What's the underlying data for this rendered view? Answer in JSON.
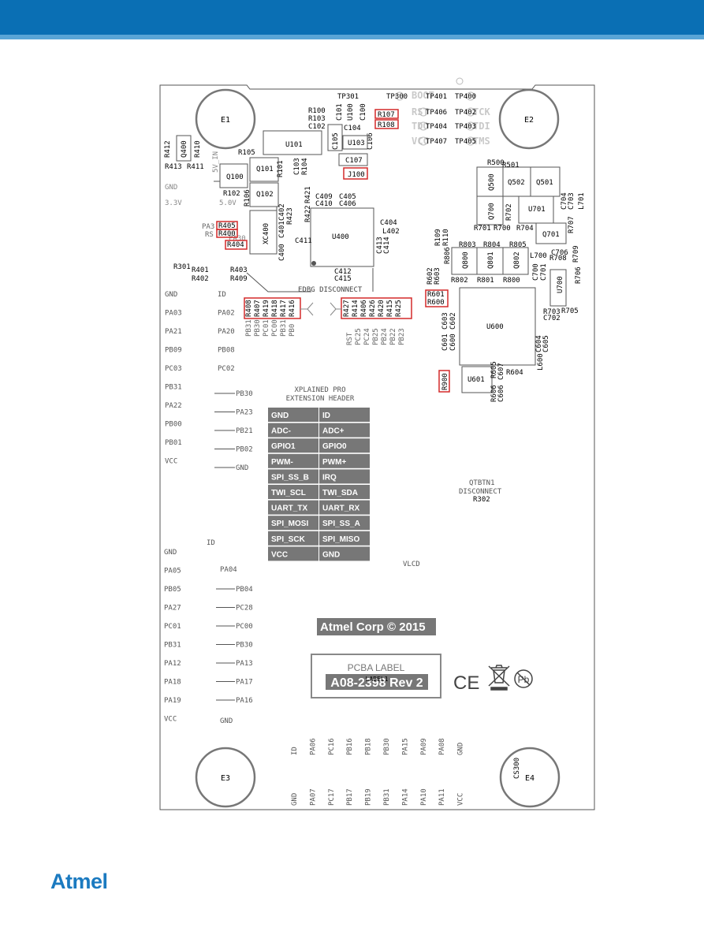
{
  "mount_holes": [
    "E1",
    "E2",
    "E3",
    "E4"
  ],
  "top_labels": {
    "tp301": "TP301",
    "tp300": "TP300",
    "tp401": "TP401",
    "tp400": "TP400",
    "tp406": "TP406",
    "tp402": "TP402",
    "tp404": "TP404",
    "tp403": "TP403",
    "tp407": "TP407",
    "tp405": "TP405",
    "r100": "R100",
    "r103": "R103",
    "c102": "C102",
    "c101": "C101",
    "u100": "U100",
    "c100": "C100",
    "r107": "R107",
    "r108": "R108",
    "c104": "C104",
    "u103": "U103",
    "c106": "C106",
    "c105": "C105",
    "u101": "U101",
    "c107": "C107",
    "j100": "J100",
    "r105": "R105",
    "r101": "R101",
    "c103": "C103",
    "r104": "R104",
    "r412": "R412",
    "q400": "Q400",
    "r410": "R410",
    "r413": "R413",
    "r411": "R411",
    "5v_in": "5V_IN",
    "q100": "Q100",
    "q101": "Q101",
    "q102": "Q102",
    "r102": "R102",
    "r106": "R106",
    "gnd": "GND",
    "v33": "3.3V",
    "v50": "5.0V",
    "c409": "C409",
    "c405": "C405",
    "c410": "C410",
    "c406": "C406",
    "r422": "R422",
    "r421": "R421",
    "r423": "R423",
    "c402": "C402",
    "c401": "C401",
    "c400": "C400",
    "xc400": "XC400",
    "u400": "U400",
    "c411": "C411",
    "c404": "C404",
    "l402": "L402",
    "c413": "C413",
    "c414": "C414",
    "c412": "C412",
    "c415": "C415",
    "pa3": "PA3",
    "rs": "RS",
    "pa30": "PA30",
    "r405": "R405",
    "r400": "R400",
    "r404": "R404",
    "r301": "R301",
    "r401": "R401",
    "r402": "R402",
    "r403": "R403",
    "r409": "R409",
    "edbg": "EDBG DISCONNECT"
  },
  "right_labels": {
    "r500": "R500",
    "r501": "R501",
    "q500": "Q500",
    "q502": "Q502",
    "q501": "Q501",
    "q700": "Q700",
    "r702": "R702",
    "u701": "U701",
    "c704": "C704",
    "c703": "C703",
    "l701": "L701",
    "r701": "R701",
    "r700": "R700",
    "r704": "R704",
    "q701": "Q701",
    "r707": "R707",
    "r109": "R109",
    "r110": "R110",
    "r803": "R803",
    "r804": "R804",
    "r805": "R805",
    "r806": "R806",
    "q800": "Q800",
    "q801": "Q801",
    "q802": "Q802",
    "l700": "L700",
    "c706": "C706",
    "r708": "R708",
    "r709": "R709",
    "r602": "R602",
    "r603": "R603",
    "r802": "R802",
    "r801": "R801",
    "r800": "R800",
    "c700": "C700",
    "c701": "C701",
    "u700": "U700",
    "r706": "R706",
    "r601": "R601",
    "r600": "R600",
    "c601": "C601",
    "c603": "C603",
    "c600": "C600",
    "c602": "C602",
    "u600": "U600",
    "r703": "R703",
    "c702": "C702",
    "r705": "R705",
    "c604": "C604",
    "c605": "C605",
    "l600": "L600",
    "r900": "R900",
    "u601": "U601",
    "r605": "R605",
    "r606": "R606",
    "c606": "C606",
    "c607": "C607",
    "r604": "R604",
    "qtbtn1": "QTBTN1",
    "disconnect": "DISCONNECT",
    "r302": "R302",
    "vlcd": "VLCD"
  },
  "res_left": [
    "PB31",
    "PB30",
    "PC01",
    "PC00",
    "PB31",
    "PB0"
  ],
  "res_left_box": [
    "R408",
    "R407",
    "R419",
    "R418",
    "R417",
    "R416"
  ],
  "res_right": [
    "RST",
    "PC25",
    "PC24",
    "PB25",
    "PB24",
    "PB22",
    "PB23"
  ],
  "res_right_box": [
    "R427",
    "R414",
    "R406",
    "R426",
    "R420",
    "R415",
    "R425"
  ],
  "left_col": [
    "GND",
    "PA03",
    "PA21",
    "PB09",
    "PC03",
    "PB31",
    "PA22",
    "PB00",
    "PB01",
    "VCC"
  ],
  "id_col": [
    "ID",
    "PA02",
    "PA20",
    "PB08",
    "PC02"
  ],
  "arrow_col": [
    "PB30",
    "PA23",
    "PB21",
    "PB02",
    "GND"
  ],
  "xpro_title": [
    "XPLAINED PRO",
    "EXTENSION HEADER"
  ],
  "xpro_rows": [
    [
      "GND",
      "ID"
    ],
    [
      "ADC-",
      "ADC+"
    ],
    [
      "GPIO1",
      "GPIO0"
    ],
    [
      "PWM-",
      "PWM+"
    ],
    [
      "SPI_SS_B",
      "IRQ"
    ],
    [
      "TWI_SCL",
      "TWI_SDA"
    ],
    [
      "UART_TX",
      "UART_RX"
    ],
    [
      "SPI_MOSI",
      "SPI_SS_A"
    ],
    [
      "SPI_SCK",
      "SPI_MISO"
    ],
    [
      "VCC",
      "GND"
    ]
  ],
  "lower_left": [
    "GND",
    "PA05",
    "PB05",
    "PA27",
    "PC01",
    "PB31",
    "PA12",
    "PA18",
    "PA19",
    "VCC"
  ],
  "lower_id": "ID",
  "lower_pa04": "PA04",
  "lower_arrows": [
    "PB04",
    "PC28",
    "PC00",
    "PB30",
    "PA13",
    "PA17",
    "PA16"
  ],
  "lower_gnd": "GND",
  "copyright": "Atmel Corp © 2015",
  "pcba_label": "PCBA LABEL",
  "pcba_code": "A08-2398 Rev 2",
  "label1": "LABEL1",
  "bottom_top": [
    "ID",
    "PA06",
    "PC16",
    "PB16",
    "PB18",
    "PB30",
    "PA15",
    "PA09",
    "PA08",
    "GND"
  ],
  "bottom_bot": [
    "GND",
    "PA07",
    "PC17",
    "PB17",
    "PB19",
    "PB31",
    "PA14",
    "PA10",
    "PA11",
    "VCC"
  ],
  "cs300": "CS300",
  "ghost_text": [
    "BOOT",
    "RST",
    "TCK",
    "TDO",
    "TDI",
    "VCC",
    "TMS"
  ],
  "pb_text": "Pb",
  "ce_text": "CE",
  "brand": "Atmel"
}
